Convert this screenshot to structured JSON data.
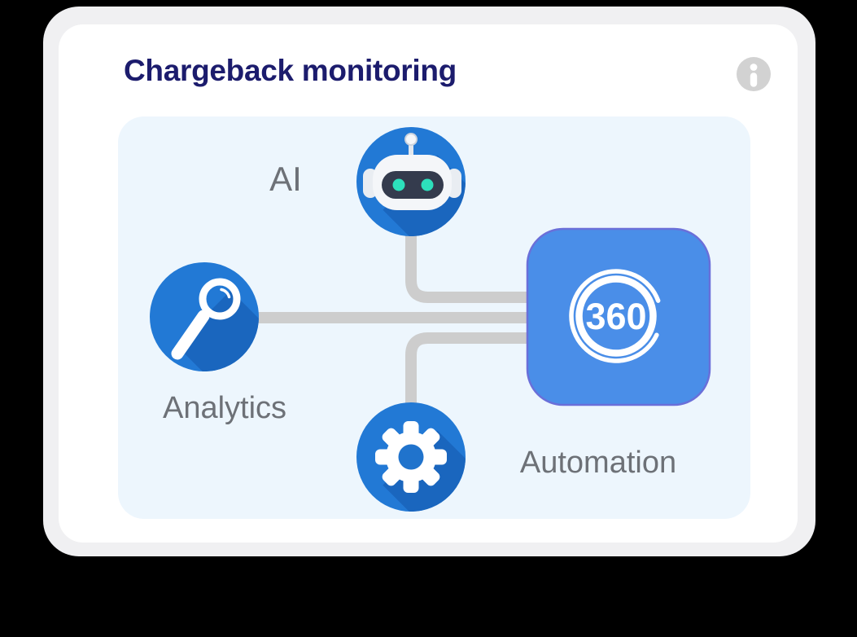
{
  "card": {
    "title": "Chargeback monitoring",
    "info_icon": "info-icon"
  },
  "diagram": {
    "labels": {
      "ai": "AI",
      "analytics": "Analytics",
      "automation": "Automation",
      "hub": "360"
    },
    "nodes": [
      {
        "id": "ai",
        "label": "AI",
        "icon": "robot-icon"
      },
      {
        "id": "analytics",
        "label": "Analytics",
        "icon": "magnifier-icon"
      },
      {
        "id": "automation",
        "label": "Automation",
        "icon": "gear-icon"
      },
      {
        "id": "hub",
        "label": "360",
        "icon": "360-badge-icon"
      }
    ],
    "connections": [
      {
        "from": "ai",
        "to": "hub"
      },
      {
        "from": "analytics",
        "to": "hub"
      },
      {
        "from": "automation",
        "to": "hub"
      }
    ]
  },
  "colors": {
    "background": "#000000",
    "frame": "#f0f0f2",
    "card": "#ffffff",
    "panel": "#edf6fd",
    "title_navy": "#1c1c6d",
    "label_gray": "#6d7177",
    "node_blue": "#2279d5",
    "node_shadow_blue": "#1a66be",
    "hub_blue": "#4a8ee8",
    "hub_border": "#6a6fd9",
    "connector_gray": "#cdcdcd",
    "info_gray": "#d2d2d2",
    "robot_face": "#343b4d",
    "robot_eyes": "#2de0bc"
  }
}
